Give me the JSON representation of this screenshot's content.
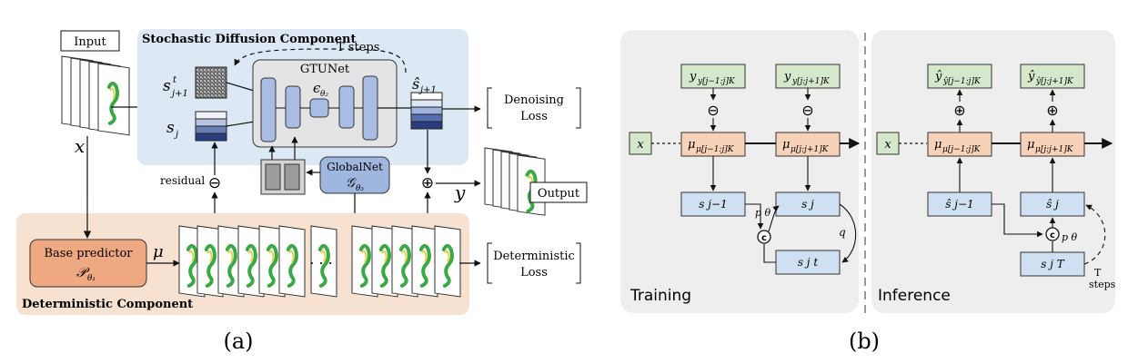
{
  "panel_a": {
    "caption": "(a)",
    "input_label": "Input",
    "x_label": "x",
    "stochastic_title": "Stochastic Diffusion Component",
    "t_steps": "T steps",
    "gtunet_label": "GTUNet",
    "eps_symbol": "ϵ",
    "eps_sub": "θ₂",
    "s_t_base": "s",
    "s_t_sup": "t",
    "s_t_sub": "j+1",
    "s_j_base": "s",
    "s_j_sub": "j",
    "s_hat_base": "ŝ",
    "s_hat_sub": "j+1",
    "denoising_loss": [
      "Denoising",
      "Loss"
    ],
    "residual": "residual",
    "minus_op": "⊖",
    "plus_op": "⊕",
    "globalnet_label": "GlobalNet",
    "g_symbol": "𝒢",
    "g_sub": "θ₃",
    "y_label": "y",
    "output_label": "Output",
    "base_predictor": "Base predictor",
    "p_symbol": "𝒫",
    "p_sub": "θ₁",
    "mu_label": "μ",
    "ellipsis": ". . .",
    "deterministic_loss": [
      "Deterministic",
      "Loss"
    ],
    "deterministic_title": "Deterministic Component"
  },
  "panel_b": {
    "caption": "(b)",
    "training_label": "Training",
    "inference_label": "Inference",
    "x": "x",
    "y_prev": "y[j−1:j]K",
    "y_next": "y[j:j+1]K",
    "yhat_prev": "ŷ[j−1:j]K",
    "yhat_next": "ŷ[j:j+1]K",
    "mu_prev": "μ[j−1:j]K",
    "mu_next": "μ[j:j+1]K",
    "s_prev": "s j−1",
    "s_j": "s j",
    "s_t": "s j t",
    "shat_prev": "ŝ j−1",
    "shat_j": "ŝ j",
    "s_T": "s j T",
    "c": "c",
    "p_theta": "p θ",
    "q": "q",
    "t_steps": [
      "T",
      "steps"
    ],
    "minus": "⊖",
    "plus": "⊕"
  },
  "colors": {
    "stochastic_bg": "#dce8f4",
    "deterministic_bg": "#f7e1d0",
    "base_predictor": "#eea982",
    "globalnet": "#9fb6de",
    "unet_block": "#a9bde4",
    "panel_bg": "#eeeeee",
    "green_box": "#d5e8cb",
    "orange_box": "#f7d2b8",
    "blue_box": "#cfe0f2"
  }
}
